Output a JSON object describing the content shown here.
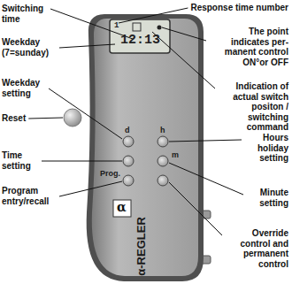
{
  "diagram": {
    "labels": [
      "Switching time",
      "Weekday (7=sunday)",
      "Weekday setting",
      "Reset",
      "Time setting",
      "Program entry/recall",
      "Response time number",
      "The point indicates per- manent control ON°or OFF",
      "Indication of actual switch positon / switching command",
      "Hours holiday setting",
      "Minute setting",
      "Override control and permanent control",
      "1",
      "12:13",
      "d",
      "h",
      "m",
      "Prog.",
      "α",
      "α-REGLER"
    ]
  }
}
